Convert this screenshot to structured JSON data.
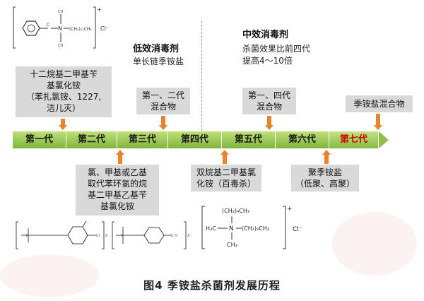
{
  "structures": {
    "top": {
      "charge": "+",
      "anion": "Cl⁻",
      "chain_label": "(CH₂)₁₁CH₃"
    },
    "bottom_left": {
      "anion": "X⁻"
    },
    "bottom_mid": {
      "anion": "X⁻"
    },
    "bottom_right": {
      "charge": "+",
      "anion": "Cl⁻",
      "top_group": "(CH₂)₉CH₃",
      "left_group": "H₃C",
      "right_group": "(CH₂)₉CH₃",
      "bottom_group": "CH₃"
    }
  },
  "sections": {
    "low": {
      "title": "低效消毒剂",
      "lines": [
        "单长链季铵盐"
      ]
    },
    "mid": {
      "title": "中效消毒剂",
      "lines": [
        "杀菌效果比前四代",
        "提高4～10倍"
      ]
    }
  },
  "boxes_top": {
    "gen1": [
      "十二烷基二甲基苄",
      "基氯化铵",
      "（苯扎氯铵、1227,",
      "洁儿灭）"
    ],
    "gen3": [
      "第一、二代",
      "混合物"
    ],
    "gen5": [
      "第一、四代",
      "混合物"
    ],
    "gen7": [
      "季铵盐混合物"
    ]
  },
  "boxes_bottom": {
    "gen2": [
      "氯、甲基或乙基",
      "取代苯环氢的烷",
      "基二甲基乙基苄",
      "基氯化铵"
    ],
    "gen4": [
      "双烷基二甲基氯",
      "化铵（百毒杀）"
    ],
    "gen6": [
      "聚季铵盐",
      "（低聚、高聚）"
    ]
  },
  "timeline": {
    "generations": [
      "第一代",
      "第二代",
      "第三代",
      "第四代",
      "第五代",
      "第六代",
      "第七代"
    ],
    "colors": {
      "bar": "#8ec049",
      "highlight": "#d40000",
      "arrow": "#e9842a",
      "box": "#d9d9d9"
    }
  },
  "caption": "图4    季铵盐杀菌剂发展历程"
}
